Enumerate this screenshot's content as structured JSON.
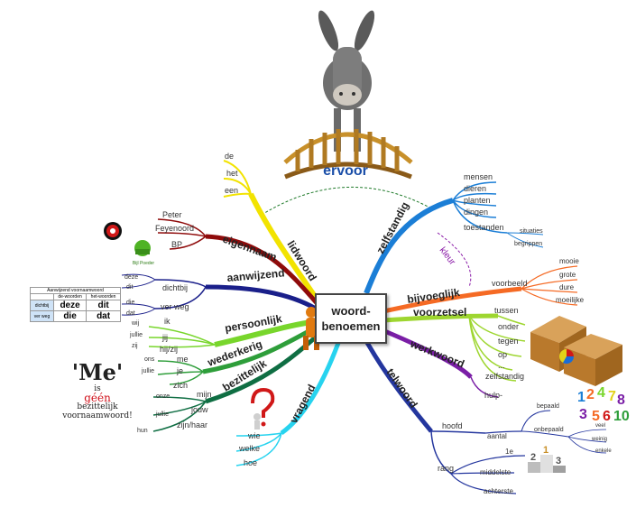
{
  "center": {
    "line1": "woord-",
    "line2": "benoemen"
  },
  "top_label": "ervoor",
  "link_label": "kleur",
  "branches": {
    "lidwoord": {
      "label": "lidwoord",
      "items": [
        "de",
        "het",
        "een"
      ],
      "color": "#f2e300"
    },
    "eigennaam": {
      "label": "eigennaam",
      "items": [
        "Peter",
        "Feyenoord",
        "BP"
      ],
      "color": "#8f0b0b"
    },
    "aanwijzend": {
      "label": "aanwijzend",
      "items": [
        "dichtbij",
        "ver weg"
      ],
      "sub_near": [
        "deze",
        "dit"
      ],
      "sub_far": [
        "die",
        "dat"
      ],
      "color": "#1a1f8a"
    },
    "persoonlijk": {
      "label": "persoonlijk",
      "items": [
        "ik",
        "jij",
        "hij/zij"
      ],
      "subs": [
        "wij",
        "jullie",
        "zij"
      ],
      "color": "#78d62c"
    },
    "wederkerig": {
      "label": "wederkerig",
      "items": [
        "me",
        "je",
        "zich"
      ],
      "subs": [
        "ons",
        "jullie"
      ],
      "color": "#2e9e3a"
    },
    "bezittelijk": {
      "label": "bezittelijk",
      "items": [
        "mijn",
        "jouw",
        "zijn/haar"
      ],
      "subs": [
        "onze",
        "jullie",
        "hun"
      ],
      "color": "#0f6e43"
    },
    "vragend": {
      "label": "vragend",
      "items": [
        "wie",
        "welke",
        "hoe"
      ],
      "color": "#27d3ef"
    },
    "zelfstandig": {
      "label": "zelfstandig",
      "items": [
        "mensen",
        "dieren",
        "planten",
        "dingen",
        "toestanden"
      ],
      "subs": [
        "situaties",
        "begrippen"
      ],
      "color": "#1b7ed6"
    },
    "bijvoeglijk": {
      "label": "bijvoeglijk",
      "item": "voorbeeld",
      "subs": [
        "mooie",
        "grote",
        "dure",
        "moeilijke"
      ],
      "color": "#f56a24"
    },
    "voorzetsel": {
      "label": "voorzetsel",
      "items": [
        "tussen",
        "onder",
        "tegen",
        "op",
        "...",
        "zelfstandig"
      ],
      "color": "#9ed630"
    },
    "werkwoord": {
      "label": "werkwoord",
      "items": [
        "hulp-"
      ],
      "color": "#7a1ea6"
    },
    "telwoord": {
      "label": "telwoord",
      "items": [
        "hoofd",
        "rang"
      ],
      "hoofd_sub": "aantal",
      "aantal_subs": [
        "bepaald",
        "onbepaald"
      ],
      "onbepaald_subs": [
        "veel",
        "weinig",
        "enkele"
      ],
      "rang_subs": [
        "1e",
        "middelste",
        "achterste"
      ],
      "color": "#24369e"
    }
  },
  "mini_table": {
    "title": "Aanwijzend voornaamwoord",
    "col1": "de-woorden",
    "col2": "het-woorden",
    "row1_label": "dichtbij",
    "row2_label": "ver weg",
    "cells": [
      "deze",
      "dit",
      "die",
      "dat"
    ]
  },
  "me_note": {
    "big": "'Me'",
    "line1": "is",
    "line2": "géén",
    "line3": "bezittelijk",
    "line4": "voornaamwoord!"
  },
  "logo_caption": "Bijl Poeder",
  "numbers": "1 2 3 4 5 6 7 8 10",
  "podium": "2 1 3"
}
